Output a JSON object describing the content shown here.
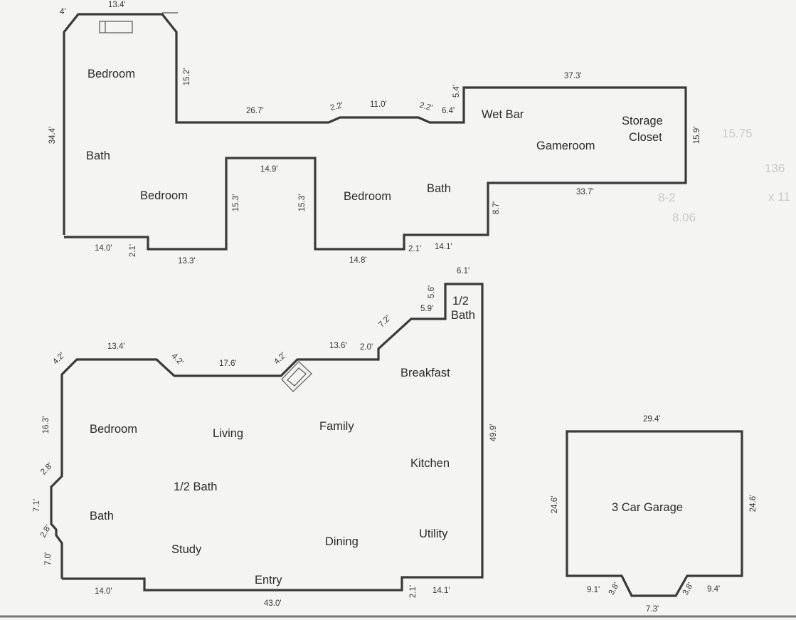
{
  "upper_floor": {
    "rooms": {
      "bedroom_nw": "Bedroom",
      "bath_w": "Bath",
      "bedroom_sw": "Bedroom",
      "bedroom_mid": "Bedroom",
      "bath_mid": "Bath",
      "wet_bar": "Wet Bar",
      "gameroom": "Gameroom",
      "storage_closet_line1": "Storage",
      "storage_closet_line2": "Closet"
    },
    "dimensions": {
      "top_a": "4'",
      "top_b": "13.4'",
      "right_drop": "15.2'",
      "left": "34.4'",
      "hall_a": "26.7'",
      "hall_b": "2.2'",
      "hall_c": "11.0'",
      "hall_d": "2.2'",
      "hall_e": "6.4'",
      "step_up": "5.4'",
      "top_right": "37.3'",
      "right": "15.9'",
      "bottom_right": "33.7'",
      "riser": "8.7'",
      "notch_top": "14.9'",
      "notch_left": "15.3'",
      "notch_right": "15.3'",
      "bottom_a": "14.0'",
      "bottom_b": "2.1'",
      "bottom_c": "13.3'",
      "bottom_d": "14.8'",
      "bottom_e": "2.1'",
      "bottom_f": "14.1'"
    }
  },
  "main_floor": {
    "rooms": {
      "half_bath_top_line1": "1/2",
      "half_bath_top_line2": "Bath",
      "breakfast": "Breakfast",
      "bedroom": "Bedroom",
      "living": "Living",
      "family": "Family",
      "kitchen": "Kitchen",
      "half_bath": "1/2 Bath",
      "bath": "Bath",
      "study": "Study",
      "dining": "Dining",
      "utility": "Utility",
      "entry": "Entry"
    },
    "dimensions": {
      "nw_corner": "4.2'",
      "top_a": "13.4'",
      "top_b": "4.2'",
      "top_c": "17.6'",
      "top_d": "4.2'",
      "top_e": "13.6'",
      "top_f": "2.0'",
      "diag": "7.2'",
      "step_a": "5.9'",
      "step_b": "5.6'",
      "step_c": "6.1'",
      "right": "49.9'",
      "left_a": "16.3'",
      "left_b": "2.8'",
      "left_c": "7.1'",
      "left_d": "2.8'",
      "left_e": "7.0'",
      "bottom_a": "14.0'",
      "bottom_b": "43.0'",
      "bottom_c": "2.1'",
      "bottom_d": "14.1'"
    }
  },
  "garage": {
    "label": "3 Car Garage",
    "dimensions": {
      "top": "29.4'",
      "left": "24.6'",
      "right": "24.6'",
      "bottom_a": "9.1'",
      "bottom_b": "3.8'",
      "bottom_c": "7.3'",
      "bottom_d": "3.8'",
      "bottom_e": "9.4'"
    }
  },
  "margin_notes": {
    "n1": "15.75",
    "n2": "136",
    "n3": "x 11",
    "n4": "8-2",
    "n5": "8.06"
  }
}
